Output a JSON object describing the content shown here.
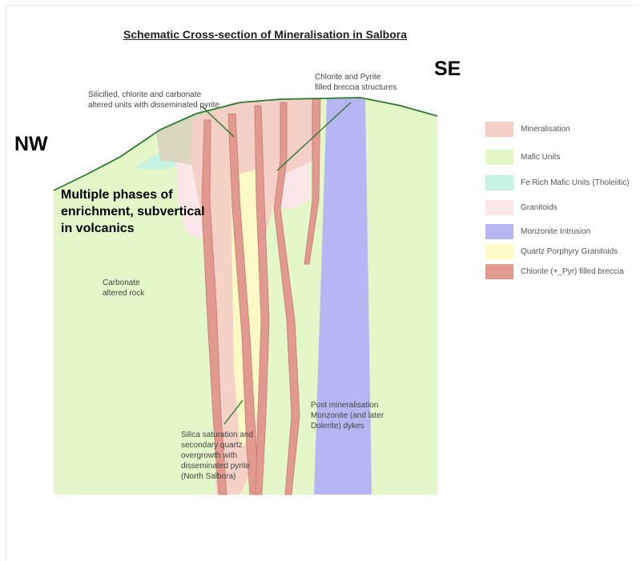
{
  "title": "Schematic Cross-section of Mineralisation in Salbora",
  "directions": {
    "nw": "NW",
    "se": "SE"
  },
  "annotations": {
    "top_left": "Silicified, chlorite and carbonate\naltered units with disseminated pyrite",
    "top_right": "Chlorite and Pyrite\nfilled breccia structures",
    "callout": "Multiple phases of\nenrichment, subvertical\nin volcanics",
    "carbonate": "Carbonate\naltered rock",
    "silica": "Silica saturation and\nsecondary quartz\novergrowth with\ndisseminated pyrite\n(North Salbora)",
    "post_min": "Post mineralisation\nMonzonite (and later\nDolerite) dykes"
  },
  "legend": [
    {
      "label": "Mineralisation",
      "color": "#f5cfc6"
    },
    {
      "label": "Mafic Units",
      "color": "#e3f7c8"
    },
    {
      "label": "Fe Rich Mafic Units (Tholeiitic)",
      "color": "#c6f2e1"
    },
    {
      "label": "Granitoids",
      "color": "#fbe7ea"
    },
    {
      "label": "Monzonite Intrusion",
      "color": "#b6b6f4"
    },
    {
      "label": "Quartz Porphyry Granitoids",
      "color": "#fdfac6"
    },
    {
      "label": "Chlorite (+_Pyr) filled breccia",
      "color": "#e19990"
    }
  ],
  "colors": {
    "altered_cap": "#d9d1bd",
    "breccia_edge": "#c57a6c",
    "outline": "#2d7a2d",
    "leader": "#2d7a2d"
  }
}
